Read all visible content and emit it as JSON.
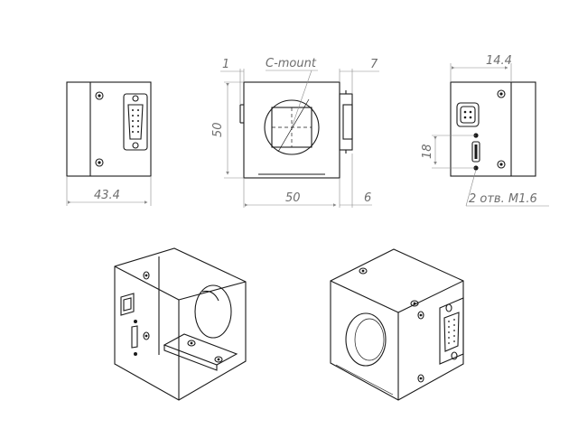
{
  "dimensions": {
    "side_width": "43.4",
    "front_flange": "1",
    "front_mount": "C-mount",
    "front_rear": "7",
    "front_height": "50",
    "front_width": "50",
    "front_connector": "6",
    "rear_offset": "14.4",
    "rear_hole_spacing": "18",
    "rear_holes_note": "2 отв. M1.6"
  },
  "colors": {
    "line": "#1a1a1a",
    "dimension_text": "#6e6e6e",
    "dimension_line": "#8a8a8a",
    "background": "#ffffff"
  }
}
